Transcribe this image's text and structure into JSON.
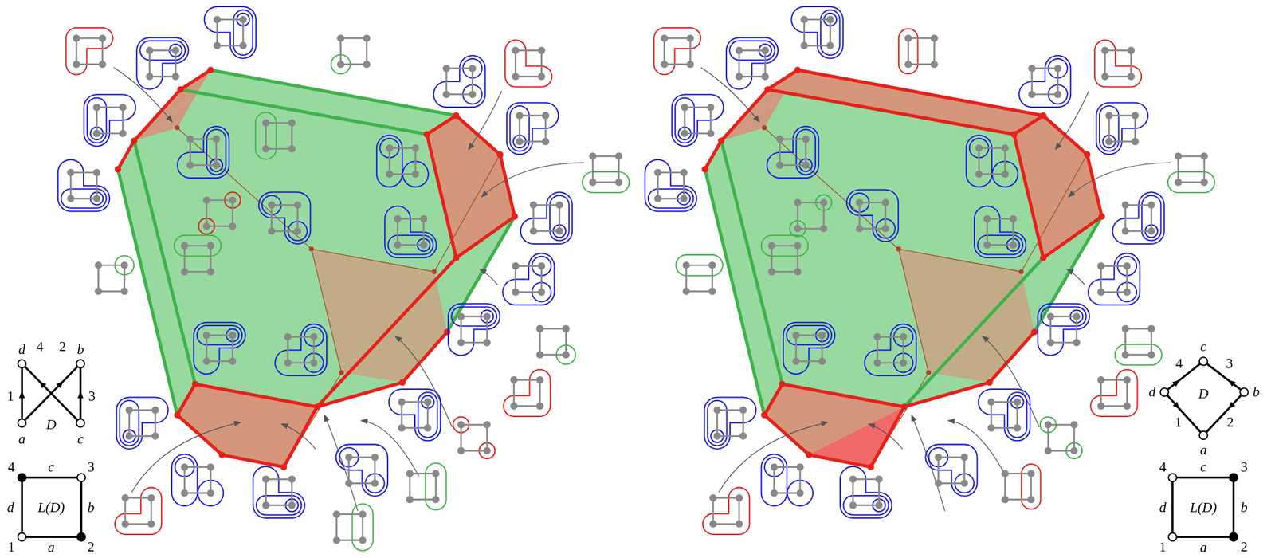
{
  "diagram": {
    "labels": [
      "d",
      "b",
      "4",
      "2",
      "1",
      "3",
      "a",
      "D",
      "c",
      "4",
      "c",
      "3",
      "d",
      "L(D)",
      "b",
      "1",
      "a",
      "2",
      "c",
      "4",
      "3",
      "d",
      "D",
      "b",
      "1",
      "2",
      "a",
      "4",
      "c",
      "3",
      "d",
      "L(D)",
      "b",
      "1",
      "a",
      "2"
    ]
  }
}
